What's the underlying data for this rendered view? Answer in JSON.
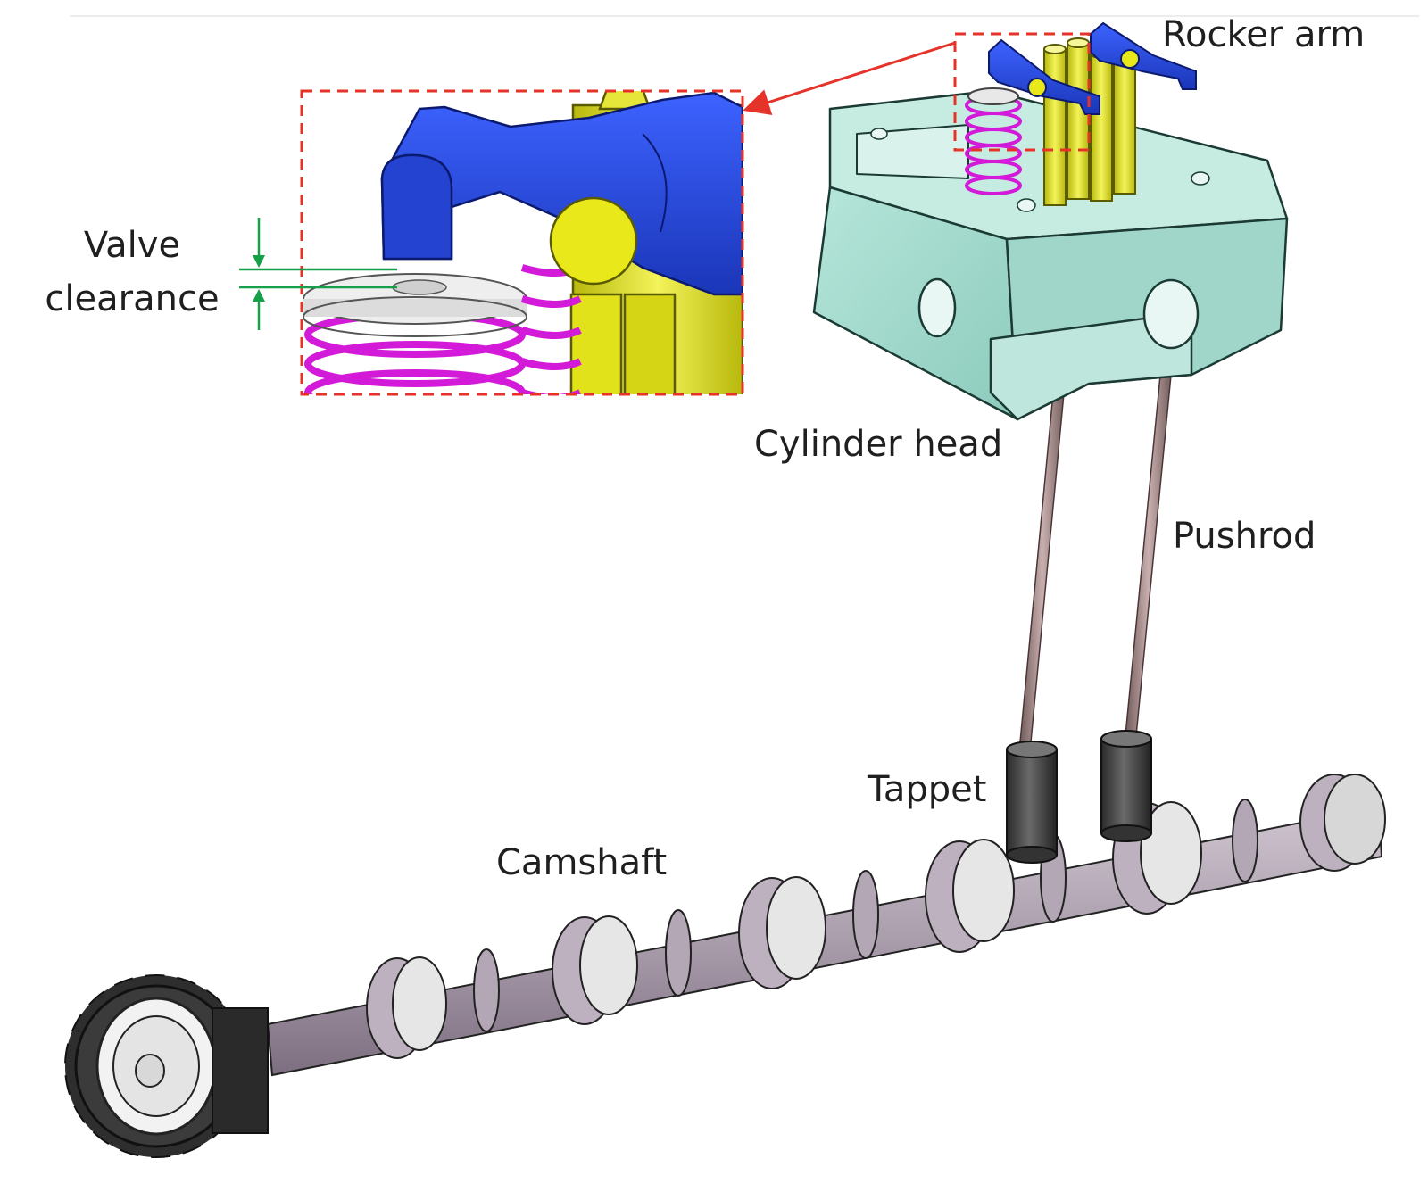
{
  "labels": {
    "rocker_arm": "Rocker arm",
    "valve_clearance_line1": "Valve",
    "valve_clearance_line2": "clearance",
    "cylinder_head": "Cylinder head",
    "pushrod": "Pushrod",
    "tappet": "Tappet",
    "camshaft": "Camshaft"
  },
  "colors": {
    "rocker_arm": "#2346d8",
    "valve_spring": "#d21ad8",
    "yellow_parts": "#e8e81a",
    "cylinder_head": "#a6dccf",
    "camshaft": "#a79aa8",
    "gear": "#2e2e2e",
    "tappet": "#3a3a3a",
    "pushrod": "#9c8080",
    "callout_box": "#e5332a",
    "dimension_arrows": "#16a04a"
  }
}
